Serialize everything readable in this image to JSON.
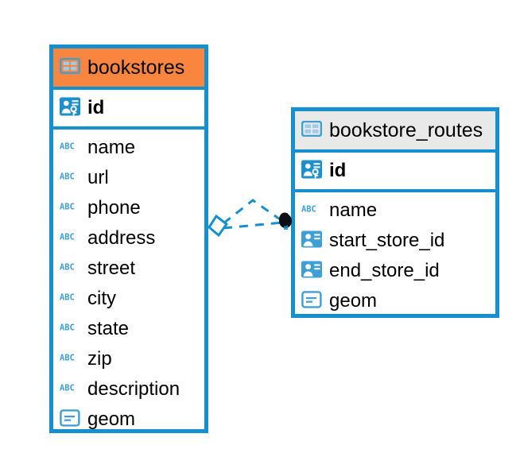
{
  "diagram": {
    "type": "entity-relationship-diagram",
    "background": "#ffffff",
    "accent_color": "#1490d1",
    "highlight_color": "#f9853f",
    "neutral_header_color": "#e9e9e9"
  },
  "entities": [
    {
      "name": "bookstores",
      "title": "bookstores",
      "header_style": "accent",
      "header_icon": "table-icon",
      "primary_key": {
        "label": "id",
        "icon": "primary-key-icon"
      },
      "columns": [
        {
          "label": "name",
          "icon": "text-abc-icon"
        },
        {
          "label": "url",
          "icon": "text-abc-icon"
        },
        {
          "label": "phone",
          "icon": "text-abc-icon"
        },
        {
          "label": "address",
          "icon": "text-abc-icon"
        },
        {
          "label": "street",
          "icon": "text-abc-icon"
        },
        {
          "label": "city",
          "icon": "text-abc-icon"
        },
        {
          "label": "state",
          "icon": "text-abc-icon"
        },
        {
          "label": "zip",
          "icon": "text-abc-icon"
        },
        {
          "label": "description",
          "icon": "text-abc-icon"
        },
        {
          "label": "geom",
          "icon": "geometry-icon"
        }
      ]
    },
    {
      "name": "bookstore_routes",
      "title": "bookstore_routes",
      "header_style": "neutral",
      "header_icon": "table-icon",
      "primary_key": {
        "label": "id",
        "icon": "primary-key-icon"
      },
      "columns": [
        {
          "label": "name",
          "icon": "text-abc-icon"
        },
        {
          "label": "start_store_id",
          "icon": "foreign-key-icon"
        },
        {
          "label": "end_store_id",
          "icon": "foreign-key-icon"
        },
        {
          "label": "geom",
          "icon": "geometry-icon"
        }
      ]
    }
  ],
  "relationship": {
    "style": "dashed",
    "color": "#1490d1",
    "source_marker": "diamond-marker",
    "target_marker": "filled-circle-marker",
    "source_entity": "bookstores",
    "target_entity": "bookstore_routes"
  }
}
